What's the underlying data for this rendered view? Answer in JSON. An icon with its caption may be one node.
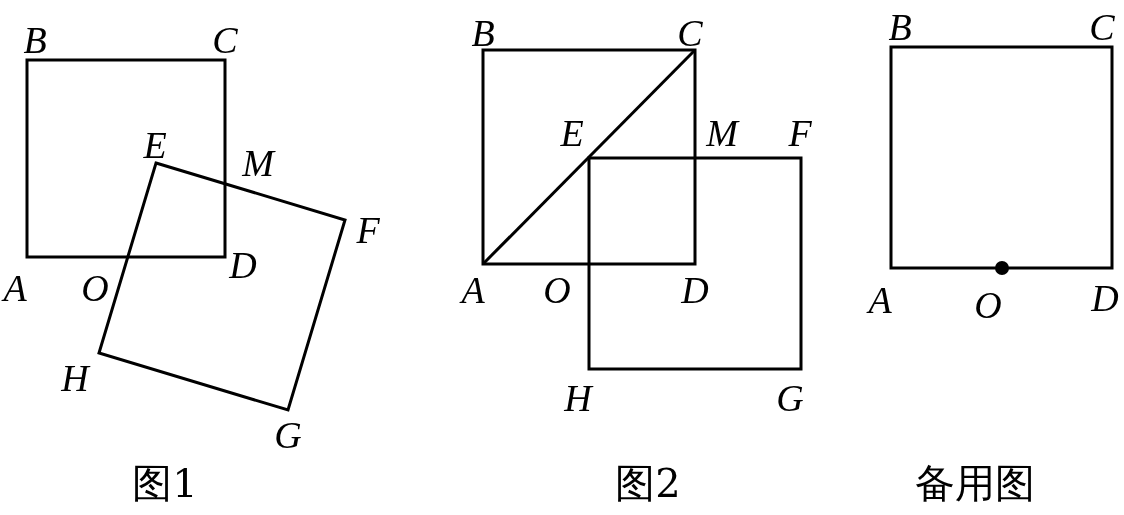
{
  "diagram": {
    "labels": [
      "B",
      "C",
      "E",
      "M",
      "F",
      "A",
      "O",
      "D",
      "H",
      "G",
      "图1",
      "B",
      "C",
      "E",
      "M",
      "F",
      "A",
      "O",
      "D",
      "H",
      "G",
      "图2",
      "B",
      "C",
      "A",
      "O",
      "D",
      "备用图"
    ]
  }
}
